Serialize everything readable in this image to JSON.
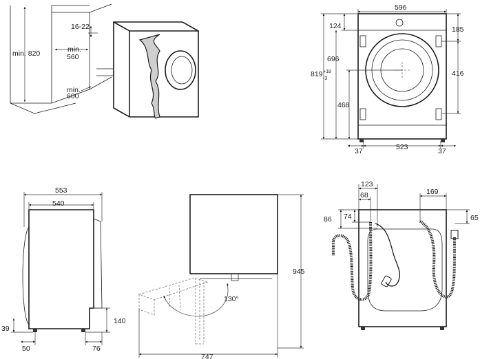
{
  "niche": {
    "dim_height": "min. 820",
    "dim_gap": "16-22",
    "dim_depth_line1": "min.",
    "dim_depth_line2": "560",
    "dim_width_line1": "min.",
    "dim_width_line2": "600"
  },
  "front_view": {
    "width": "596",
    "top_offset": "124",
    "right_top": "185",
    "body_height": "696",
    "total_height_main": "819",
    "total_height_sup": "+18",
    "total_height_sub": "-3",
    "right_mid": "416",
    "left_mid": "468",
    "foot_left": "37",
    "foot_span": "523",
    "foot_right": "37"
  },
  "side_view": {
    "depth_total": "553",
    "depth_body": "540",
    "foot_height": "39",
    "foot_offset": "50",
    "step_height": "140",
    "step_depth": "76"
  },
  "door_view": {
    "total_height": "945",
    "door_angle": "130°",
    "door_reach": "747"
  },
  "rear_view": {
    "dim_123": "123",
    "dim_68": "68",
    "dim_86": "86",
    "dim_74": "74",
    "dim_169": "169",
    "dim_65": "65"
  }
}
